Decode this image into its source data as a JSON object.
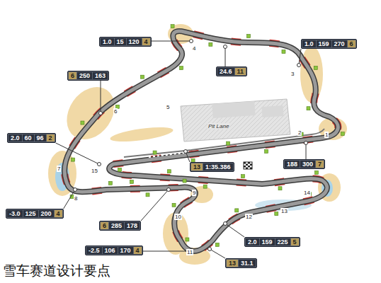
{
  "diagram": {
    "caption": "雪车赛道设计要点",
    "nodes": [
      {
        "text": [
          "1.0",
          "15",
          "120",
          "4"
        ]
      },
      {
        "text": [
          "1.0",
          "159",
          "270",
          "6"
        ]
      },
      {
        "text": [
          "24.6",
          "11"
        ]
      },
      {
        "text": [
          "6",
          "250",
          "163"
        ]
      },
      {
        "text": [
          "2.0",
          "60",
          "96",
          "2"
        ]
      },
      {
        "text": [
          "188",
          "300",
          "7"
        ]
      },
      {
        "text": [
          "13",
          "1:35.386"
        ]
      },
      {
        "text": [
          "-3.0",
          "125",
          "200",
          "4"
        ]
      },
      {
        "text": [
          "6",
          "285",
          "178"
        ]
      },
      {
        "text": [
          "2.0",
          "159",
          "225",
          "5"
        ]
      },
      {
        "text": [
          "-2.5",
          "106",
          "170",
          "4"
        ]
      },
      {
        "text": [
          "13",
          "31.1"
        ]
      }
    ],
    "edges": [],
    "labels": [
      "1",
      "2",
      "3",
      "4",
      "5",
      "6",
      "7",
      "8",
      "9",
      "10",
      "11",
      "12",
      "13",
      "14",
      "15",
      "Pit Lane"
    ]
  }
}
